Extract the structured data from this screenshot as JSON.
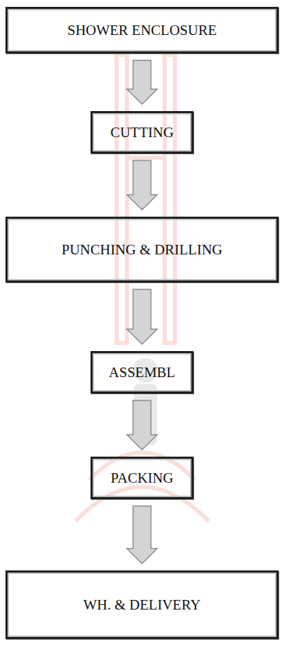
{
  "diagram": {
    "nodes": [
      {
        "text": [
          "SHOWER ENCLOSURE"
        ]
      },
      {
        "text": [
          "CUTTING"
        ]
      },
      {
        "text": [
          "PUNCHING & DRILLING"
        ]
      },
      {
        "text": [
          "ASSEMBL"
        ]
      },
      {
        "text": [
          "PACKING"
        ]
      },
      {
        "text": [
          "WH. & DELIVERY"
        ]
      }
    ],
    "edges": [
      {
        "from": 0,
        "to": 1,
        "arrow": "to"
      },
      {
        "from": 1,
        "to": 2,
        "arrow": "to"
      },
      {
        "from": 2,
        "to": 3,
        "arrow": "to"
      },
      {
        "from": 3,
        "to": 4,
        "arrow": "to"
      },
      {
        "from": 4,
        "to": 5,
        "arrow": "to"
      }
    ]
  }
}
